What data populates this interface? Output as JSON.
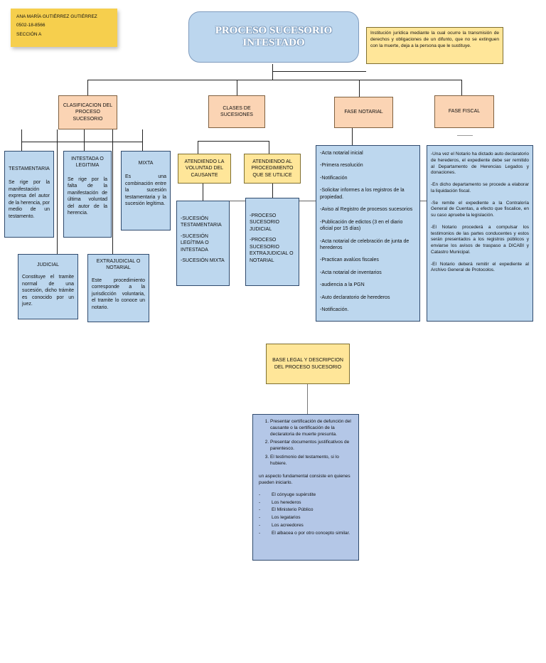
{
  "header": {
    "author": "ANA MARÍA GUTIÉRREZ GUTIÉRREZ",
    "id": "0502-18-8566",
    "section": "SECCIÓN A"
  },
  "title": "PROCESO SUCESORIO INTESTADO",
  "definition": "Institución jurídica mediante la cual ocurre la transmisión de derechos y obligaciones de un difunto, que no se extinguen con la muerte, deja a la persona que le sustituye.",
  "branches": {
    "clasificacion": "CLASIFICACION DEL PROCESO SUCESORIO",
    "clases": "CLASES DE SUCESIONES",
    "notarial": "FASE NOTARIAL",
    "fiscal": "FASE FISCAL"
  },
  "clasificacion": {
    "testamentaria": {
      "title": "TESTAMENTARIA",
      "text": "Se rige por la manifestación expresa del autor de la herencia, por medio de un testamento."
    },
    "intestada": {
      "title": "INTESTADA O LEGITIMA",
      "text": "Se rige por la falta de la manifestación de última voluntad del autor de la herencia."
    },
    "mixta": {
      "title": "MIXTA",
      "text": "Es una combinación entre la sucesión testamentaria y la sucesión legítima."
    },
    "judicial": {
      "title": "JUDICIAL",
      "text": "Constituye el tramite normal de una sucesión, dicho trámite es conocido por un juez."
    },
    "extrajudicial": {
      "title": "EXTRAJUDICIAL O NOTARIAL",
      "text": "Este procedimiento corresponde a la jurisdicción voluntaria, el tramite lo conoce un notario."
    }
  },
  "clases": {
    "voluntad": {
      "title": "ATENDIENDO LA VOLUNTAD DEL CAUSANTE",
      "items": [
        "-SUCESIÓN TESTAMENTARIA",
        "-SUCESIÓN LEGÍTIMA O INTESTADA",
        "-SUCESIÓN MIXTA"
      ]
    },
    "procedimiento": {
      "title": "ATENDIENDO AL PROCEDIMIENTO QUE SE UTILICE",
      "items": [
        "-PROCESO SUCESORIO JUDICIAL",
        "-PROCESO SUCESORIO EXTRAJUDICIAL O NOTARIAL"
      ]
    }
  },
  "notarial_items": [
    "-Acta notarial inicial",
    "-Primera resolución",
    "-Notificación",
    "-Solicitar informes a los registros de la propiedad.",
    "-Aviso al Registro de procesos sucesorios",
    "-Publicación de edictos (3 en el diario oficial por 15 días)",
    "-Acta notarial de celebración de junta de herederos",
    "-Practican avalúos fiscales",
    "-Acta notarial de inventarios",
    "-audiencia a la PGN",
    "-Auto declaratorio de herederos",
    "-Notificación."
  ],
  "fiscal_items": [
    "-Una vez el Notario ha dictado auto declaratorio de herederos, el expediente debe ser remitido al Departamento de Herencias Legados y donaciones.",
    "-En dicho departamento se procede a elaborar la liquidación fiscal.",
    "-Se remite el expediente a la Contraloría General de Cuentas, a efecto que fiscalice, en su caso apruebe la legislación.",
    "-El Notario procederá a compulsar los testimonios de las partes conducentes y estos serán presentados a los registros públicos y enviarse los avisos de traspaso a DICABI y Catastro Municipal.",
    "-El Notario deberá remitir el expediente al Archivo General de Protocolos."
  ],
  "base": {
    "title": "BASE LEGAL Y DESCRIPCION DEL PROCESO SUCESORIO",
    "numbered": [
      "Presentar certificación de defunción del causante o la certificación de la declaratoria de muerte presunta.",
      "Presentar documentos justificativos de parentesco.",
      "El testimonio del testamento, si lo hubiere."
    ],
    "intro": "un aspecto fundamental consiste en quienes pueden iniciarlo.",
    "bullets": [
      "El cónyuge supérstite",
      "Los herederos",
      "El Ministerio Público",
      "Los legatarios",
      "Los acreedores",
      "El albacea o por otro concepto similar."
    ]
  }
}
